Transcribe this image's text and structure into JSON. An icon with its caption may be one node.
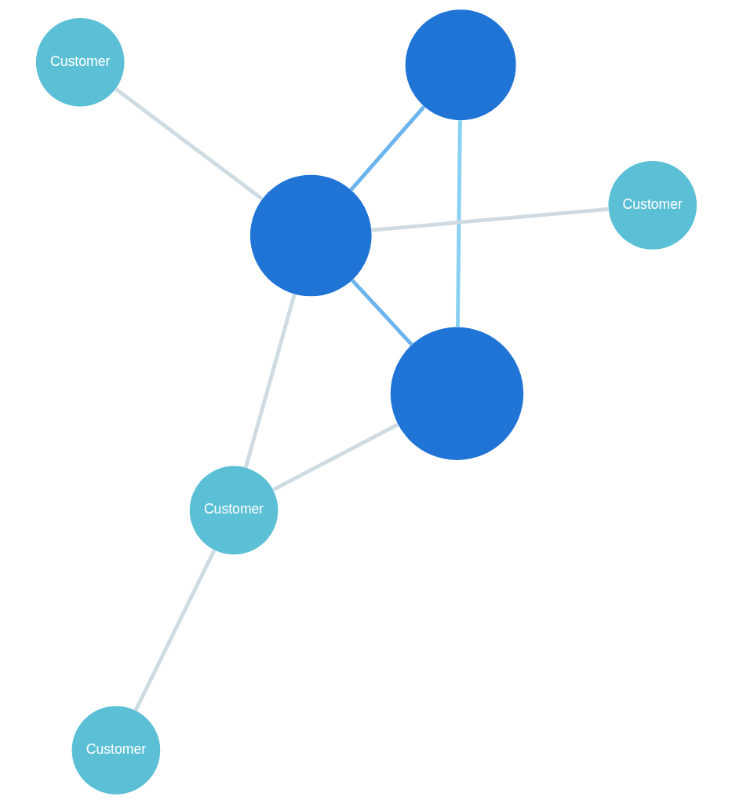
{
  "diagram": {
    "nodes": [
      {
        "text": [
          "Customer"
        ]
      },
      {
        "text": [],
        "shape": "circle"
      },
      {
        "text": [],
        "shape": "circle"
      },
      {
        "text": [
          "Customer"
        ]
      },
      {
        "text": [
          "Customer"
        ]
      },
      {
        "text": [],
        "shape": "circle"
      },
      {
        "text": [
          "Customer"
        ]
      }
    ],
    "edges": [
      {
        "from": 0,
        "to": 2,
        "arrow": "none"
      },
      {
        "from": 2,
        "to": 1,
        "arrow": "none",
        "color": "#6cb4ee"
      },
      {
        "from": 1,
        "to": 5,
        "arrow": "none",
        "color": "#88d0f2"
      },
      {
        "from": 1,
        "to": 3,
        "arrow": "none"
      },
      {
        "from": 2,
        "to": 3,
        "arrow": "none"
      },
      {
        "from": 2,
        "to": 4,
        "arrow": "none"
      },
      {
        "from": 2,
        "to": 5,
        "arrow": "none",
        "color": "#6cb4ee"
      },
      {
        "from": 3,
        "to": 6,
        "arrow": "none"
      }
    ]
  }
}
